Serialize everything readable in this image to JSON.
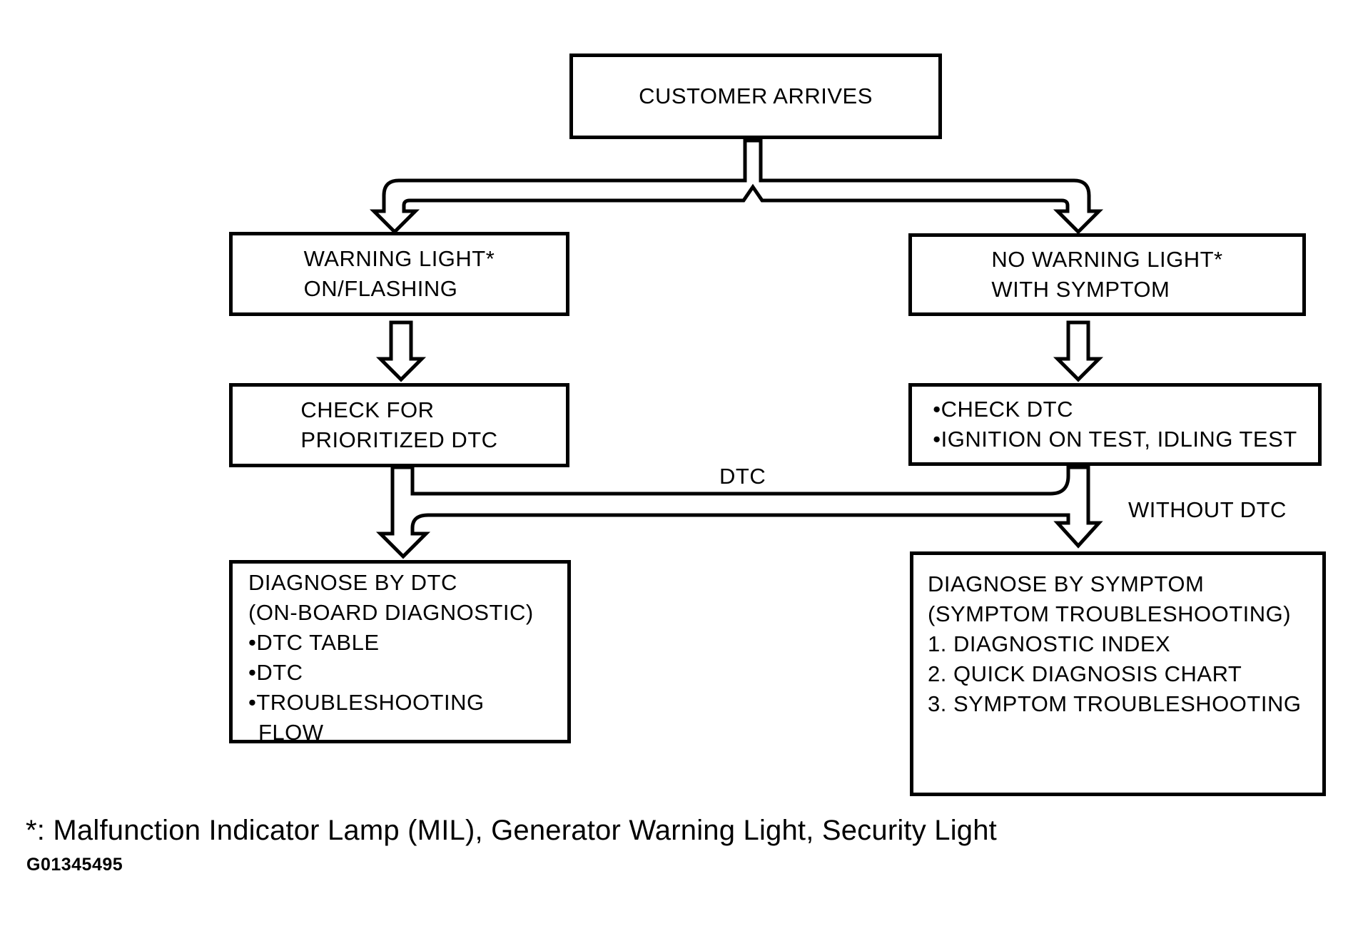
{
  "nodes": {
    "customer_arrives": {
      "lines": [
        "CUSTOMER ARRIVES"
      ]
    },
    "warning_light": {
      "lines": [
        "WARNING LIGHT*",
        "ON/FLASHING"
      ]
    },
    "no_warning_light": {
      "lines": [
        "NO WARNING LIGHT*",
        "WITH SYMPTOM"
      ]
    },
    "check_prioritized_dtc": {
      "lines": [
        "CHECK FOR",
        "PRIORITIZED DTC"
      ]
    },
    "check_dtc": {
      "lines": [
        "•CHECK DTC",
        "•IGNITION ON TEST, IDLING TEST"
      ]
    },
    "diagnose_by_dtc": {
      "lines": [
        "DIAGNOSE BY DTC",
        "(ON-BOARD DIAGNOSTIC)",
        "•DTC TABLE",
        "•DTC",
        "•TROUBLESHOOTING",
        "FLOW"
      ]
    },
    "diagnose_by_symptom": {
      "lines": [
        "DIAGNOSE BY SYMPTOM",
        "(SYMPTOM TROUBLESHOOTING)",
        "1. DIAGNOSTIC INDEX",
        "2. QUICK DIAGNOSIS CHART",
        "3. SYMPTOM TROUBLESHOOTING"
      ]
    }
  },
  "labels": {
    "dtc": "DTC",
    "without_dtc": "WITHOUT DTC"
  },
  "footnote": "*: Malfunction Indicator Lamp (MIL), Generator Warning Light, Security Light",
  "figure_id": "G01345495",
  "colors": {
    "ink": "#000000",
    "paper": "#ffffff"
  }
}
